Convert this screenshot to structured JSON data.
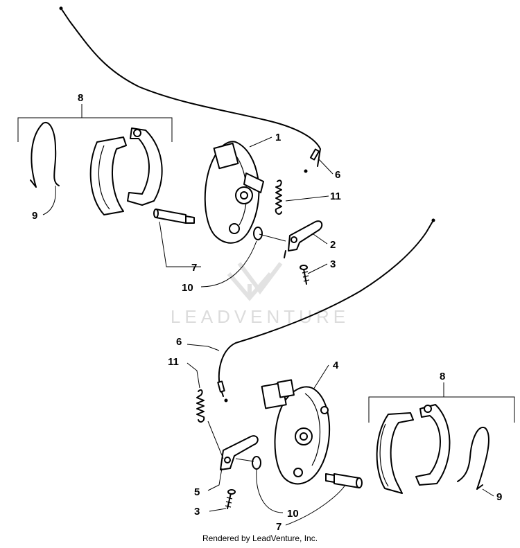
{
  "watermark": {
    "brand": "LEADVENTURE"
  },
  "footer": {
    "text": "Rendered by LeadVenture, Inc."
  },
  "callouts": {
    "upper": {
      "p1": "1",
      "p2": "2",
      "p3": "3",
      "p6": "6",
      "p7": "7",
      "p8": "8",
      "p9": "9",
      "p10": "10",
      "p11": "11"
    },
    "lower": {
      "p3": "3",
      "p4": "4",
      "p5": "5",
      "p6": "6",
      "p7": "7",
      "p8": "8",
      "p9": "9",
      "p10": "10",
      "p11": "11"
    }
  }
}
